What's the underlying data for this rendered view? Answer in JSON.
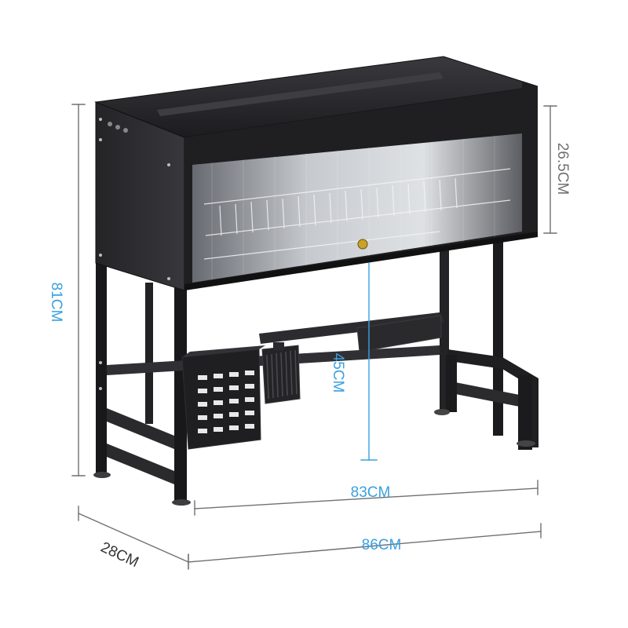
{
  "dimensions": {
    "height_total": "81CM",
    "cabinet_height": "26.5CM",
    "clearance_height": "45CM",
    "inner_width": "83CM",
    "outer_width": "86CM",
    "depth": "28CM"
  },
  "colors": {
    "gray_dimension": "#707070",
    "blue_dimension": "#3aa0e0",
    "frame_black": "#1b1b1d",
    "panel_dark": "#2a2a2d"
  }
}
